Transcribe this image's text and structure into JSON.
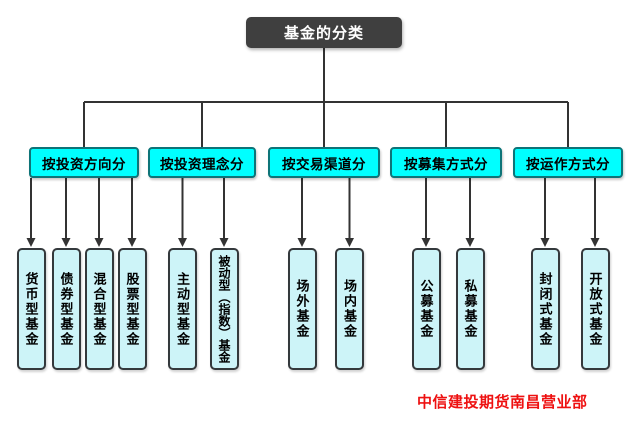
{
  "diagram": {
    "title": "基金的分类",
    "watermark": "中信建投期货南昌营业部",
    "colors": {
      "root_box": "#3F3F3F",
      "root_text": "#FFFFFF",
      "category_fill": "#00FFFF",
      "category_border": "#0E7478",
      "leaf_fill": "#CDF4F8",
      "leaf_border": "#34393C",
      "connector_line": "#333333",
      "watermark_red": "#EE1111",
      "background": "#FFFFFF"
    },
    "categories": [
      {
        "label": "按投资方向分",
        "children": [
          "货币型基金",
          "债券型基金",
          "混合型基金",
          "股票型基金"
        ]
      },
      {
        "label": "按投资理念分",
        "children": [
          "主动型基金",
          "被动型（指数）基金"
        ]
      },
      {
        "label": "按交易渠道分",
        "children": [
          "场外基金",
          "场内基金"
        ]
      },
      {
        "label": "按募集方式分",
        "children": [
          "公募基金",
          "私募基金"
        ]
      },
      {
        "label": "按运作方式分",
        "children": [
          "封闭式基金",
          "开放式基金"
        ]
      }
    ]
  }
}
